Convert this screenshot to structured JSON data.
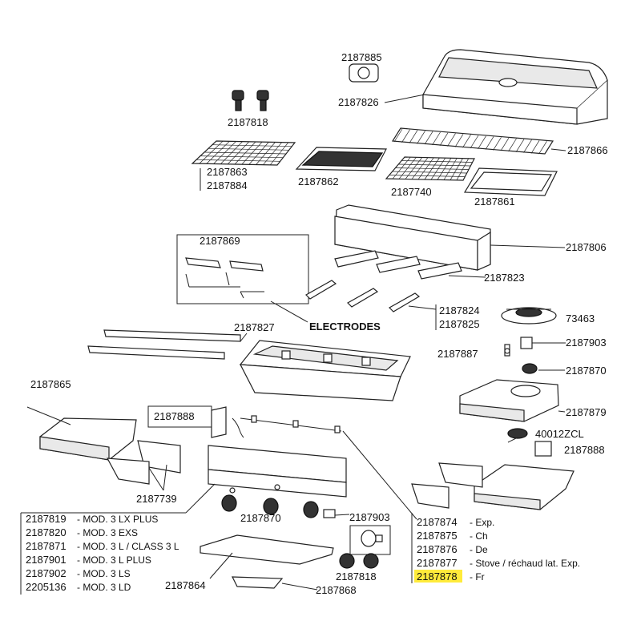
{
  "part_numbers": {
    "p2187885": "2187885",
    "p2187826": "2187826",
    "p2187818_top": "2187818",
    "p2187866": "2187866",
    "p2187863": "2187863",
    "p2187884": "2187884",
    "p2187862": "2187862",
    "p2187740": "2187740",
    "p2187861": "2187861",
    "p2187869": "2187869",
    "p2187806": "2187806",
    "p2187823": "2187823",
    "p2187824": "2187824",
    "p2187825": "2187825",
    "p73463": "73463",
    "p2187827": "2187827",
    "p2187903_right": "2187903",
    "p2187887": "2187887",
    "p2187870_right": "2187870",
    "p2187865": "2187865",
    "p2187879": "2187879",
    "p2187888_left": "2187888",
    "p40012ZCL": "40012ZCL",
    "p2187888_right": "2187888",
    "p2187739": "2187739",
    "p2187870_bottom": "2187870",
    "p2187903_bottom": "2187903",
    "p2187818_bottom": "2187818",
    "p2187864": "2187864",
    "p2187868": "2187868"
  },
  "electrodes_label": "ELECTRODES",
  "models": [
    {
      "part": "2187819",
      "desc": "- MOD. 3 LX PLUS"
    },
    {
      "part": "2187820",
      "desc": "- MOD. 3 EXS"
    },
    {
      "part": "2187871",
      "desc": "- MOD. 3 L / CLASS 3 L"
    },
    {
      "part": "2187901",
      "desc": "- MOD. 3 L PLUS"
    },
    {
      "part": "2187902",
      "desc": "- MOD. 3 LS"
    },
    {
      "part": "2205136",
      "desc": "- MOD. 3 LD"
    }
  ],
  "stove_variants": [
    {
      "part": "2187874",
      "desc": "- Exp."
    },
    {
      "part": "2187875",
      "desc": "- Ch"
    },
    {
      "part": "2187876",
      "desc": "- De"
    },
    {
      "part": "2187877",
      "desc": "- Stove / réchaud lat. Exp."
    },
    {
      "part": "2187878",
      "desc": "- Fr",
      "highlighted": true
    }
  ],
  "colors": {
    "highlight": "#ffeb3b",
    "line": "#222222"
  }
}
